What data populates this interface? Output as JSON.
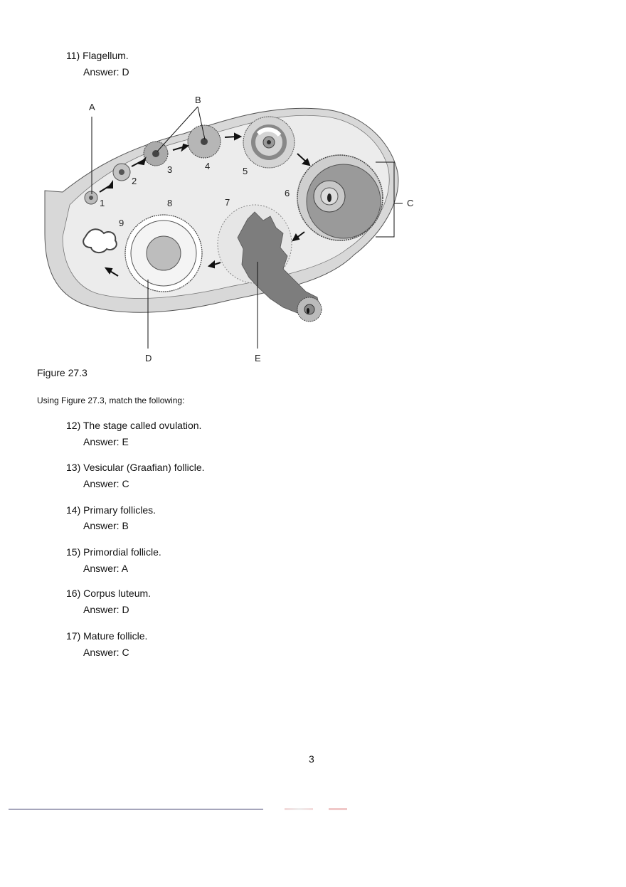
{
  "q11": {
    "number": "11)",
    "text": "Flagellum.",
    "answer": "Answer:  D"
  },
  "figure": {
    "labels": {
      "A": "A",
      "B": "B",
      "C": "C",
      "D": "D",
      "E": "E",
      "n1": "1",
      "n2": "2",
      "n3": "3",
      "n4": "4",
      "n5": "5",
      "n6": "6",
      "n7": "7",
      "n8": "8",
      "n9": "9"
    },
    "caption": "Figure 27.3"
  },
  "instruction": "Using Figure 27.3, match the following:",
  "questions": [
    {
      "number": "12)",
      "text": "The stage called ovulation.",
      "answer": "Answer:  E"
    },
    {
      "number": "13)",
      "text": "Vesicular (Graafian) follicle.",
      "answer": "Answer:  C"
    },
    {
      "number": "14)",
      "text": "Primary follicles.",
      "answer": "Answer:  B"
    },
    {
      "number": "15)",
      "text": "Primordial follicle.",
      "answer": "Answer:  A"
    },
    {
      "number": "16)",
      "text": "Corpus luteum.",
      "answer": "Answer:  D"
    },
    {
      "number": "17)",
      "text": "Mature follicle.",
      "answer": "Answer:  C"
    }
  ],
  "page_number": "3"
}
